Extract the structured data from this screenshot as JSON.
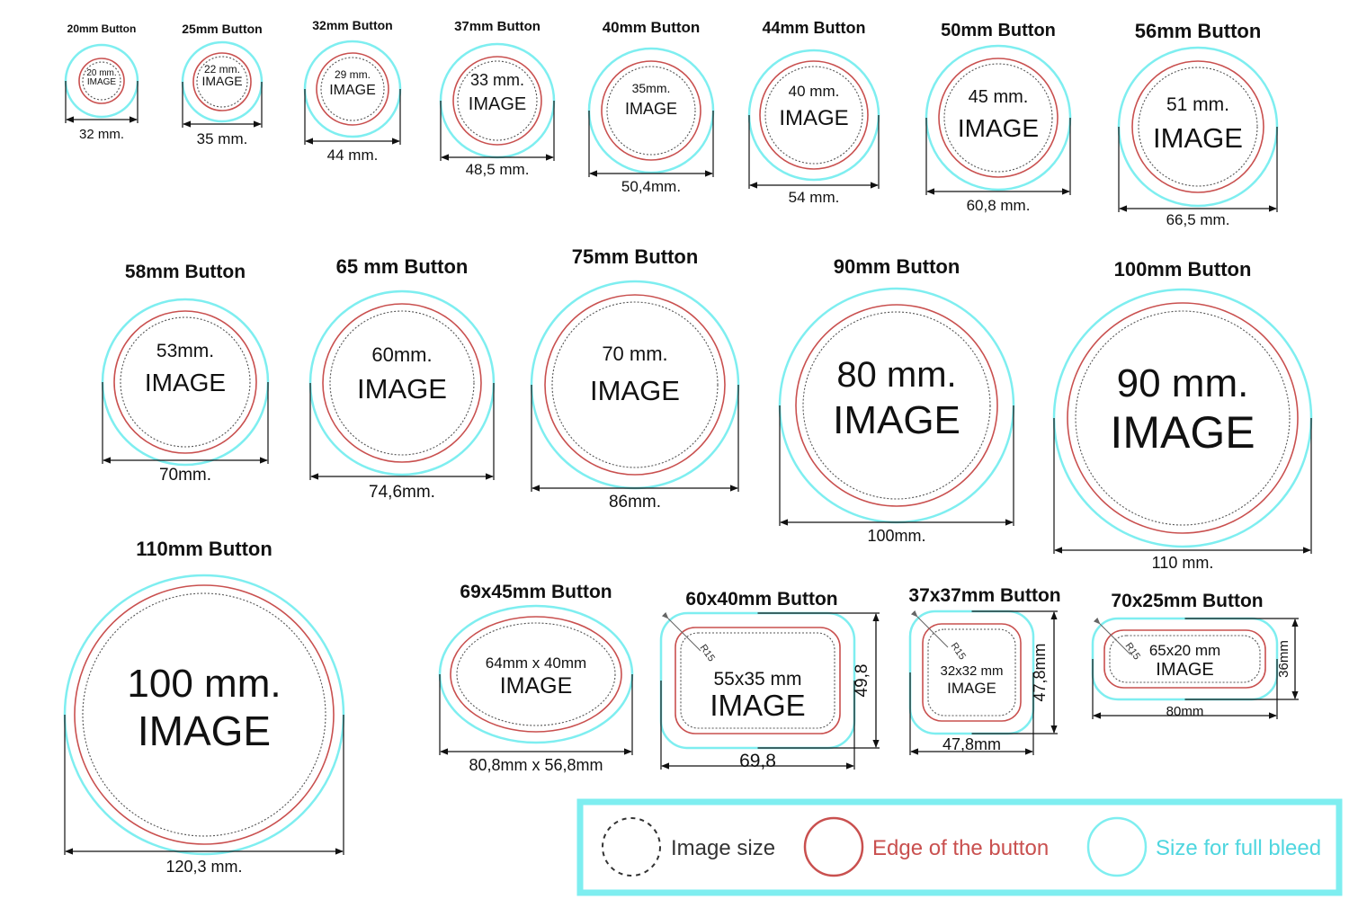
{
  "colors": {
    "bleed": "#7eeef0",
    "edge": "#c9504f",
    "image": "#555555",
    "dimension": "#111111",
    "legend_border": "#7eeef0",
    "legend_text_image": "#333333",
    "legend_text_edge": "#c9504f",
    "legend_text_bleed": "#4fd6df"
  },
  "buttons": [
    {
      "title": "20mm Button",
      "line1": "20 mm.",
      "line2": "IMAGE",
      "dimension": "32 mm."
    },
    {
      "title": "25mm Button",
      "line1": "22 mm.",
      "line2": "IMAGE",
      "dimension": "35 mm."
    },
    {
      "title": "32mm Button",
      "line1": "29 mm.",
      "line2": "IMAGE",
      "dimension": "44 mm."
    },
    {
      "title": "37mm Button",
      "line1": "33 mm.",
      "line2": "IMAGE",
      "dimension": "48,5 mm."
    },
    {
      "title": "40mm Button",
      "line1": "35mm.",
      "line2": "IMAGE",
      "dimension": "50,4mm."
    },
    {
      "title": "44mm Button",
      "line1": "40 mm.",
      "line2": "IMAGE",
      "dimension": "54 mm."
    },
    {
      "title": "50mm Button",
      "line1": "45 mm.",
      "line2": "IMAGE",
      "dimension": "60,8 mm."
    },
    {
      "title": "56mm Button",
      "line1": "51 mm.",
      "line2": "IMAGE",
      "dimension": "66,5 mm."
    },
    {
      "title": "58mm Button",
      "line1": "53mm.",
      "line2": "IMAGE",
      "dimension": "70mm."
    },
    {
      "title": "65 mm Button",
      "line1": "60mm.",
      "line2": "IMAGE",
      "dimension": "74,6mm."
    },
    {
      "title": "75mm Button",
      "line1": "70 mm.",
      "line2": "IMAGE",
      "dimension": "86mm."
    },
    {
      "title": "90mm Button",
      "line1": "80 mm.",
      "line2": "IMAGE",
      "dimension": "100mm."
    },
    {
      "title": "100mm Button",
      "line1": "90 mm.",
      "line2": "IMAGE",
      "dimension": "110 mm."
    },
    {
      "title": "110mm Button",
      "line1": "100 mm.",
      "line2": "IMAGE",
      "dimension": "120,3 mm."
    },
    {
      "title": "69x45mm Button",
      "line1": "64mm x 40mm",
      "line2": "IMAGE",
      "dimension": "80,8mm x 56,8mm"
    },
    {
      "title": "60x40mm Button",
      "line1": "55x35 mm",
      "line2": "IMAGE",
      "dimension": "69,8",
      "side_dimension": "49,8",
      "radius": "R15"
    },
    {
      "title": "37x37mm Button",
      "line1": "32x32 mm",
      "line2": "IMAGE",
      "dimension": "47,8mm",
      "side_dimension": "47,8mm",
      "radius": "R15"
    },
    {
      "title": "70x25mm Button",
      "line1": "65x20 mm",
      "line2": "IMAGE",
      "dimension": "80mm",
      "side_dimension": "36mm",
      "radius": "R15"
    }
  ],
  "legend": {
    "image_size": "Image size",
    "edge": "Edge of the button",
    "bleed": "Size for full bleed"
  }
}
